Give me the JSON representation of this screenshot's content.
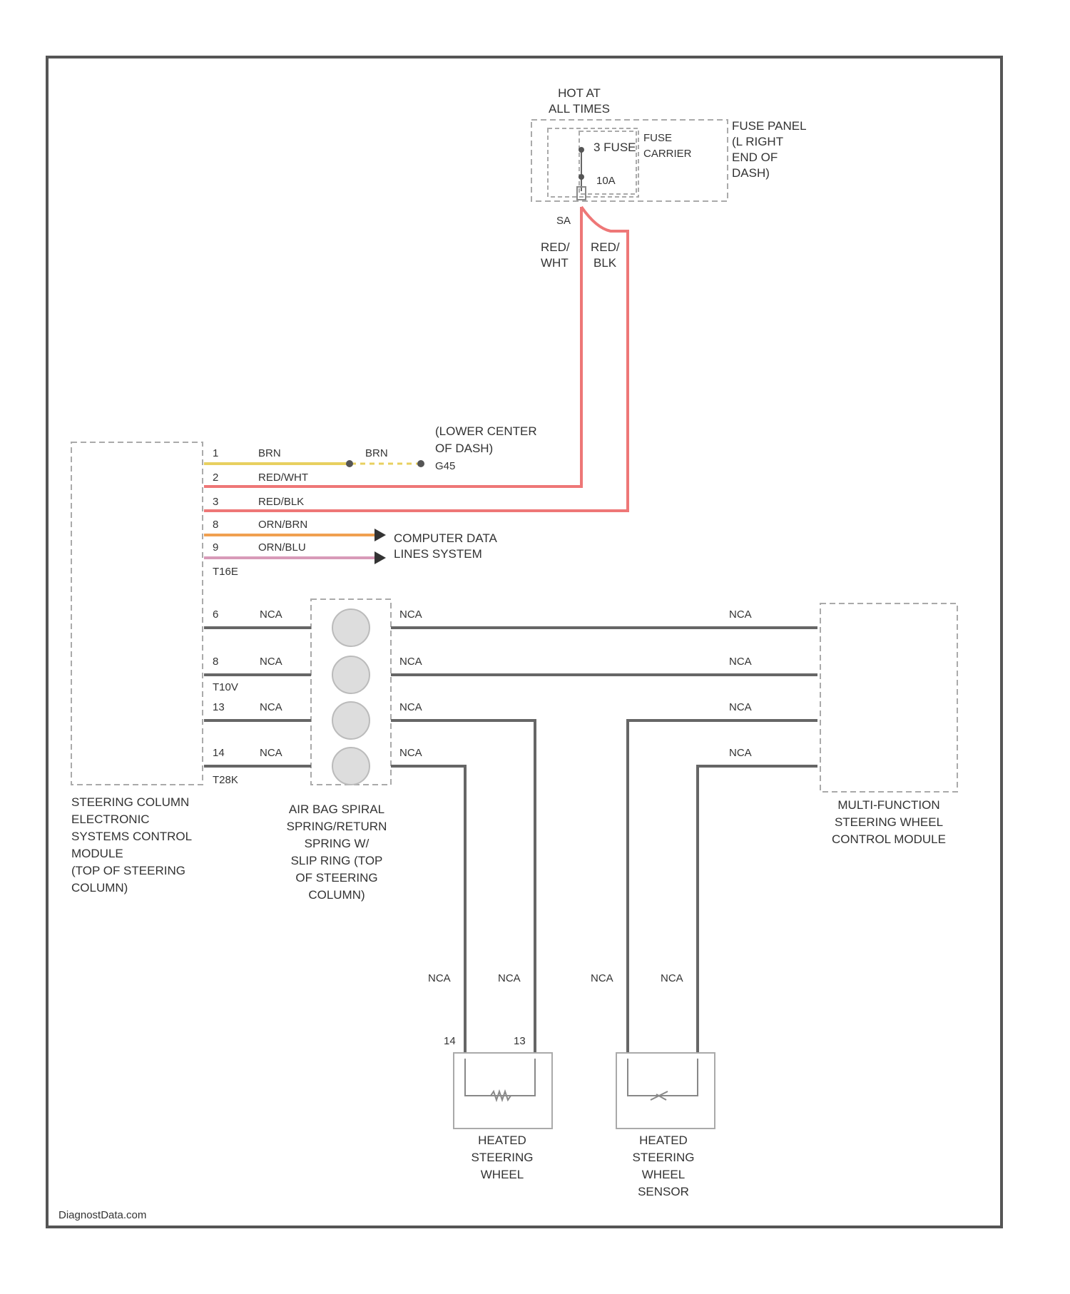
{
  "colors": {
    "frame": "#555555",
    "dash": "#aaaaaa",
    "wire_gray": "#666666",
    "wire_red": "#ee7777",
    "wire_yellow": "#e8d060",
    "wire_orange": "#f0a050",
    "wire_pink": "#d89ab8",
    "text": "#333333"
  },
  "fuse_panel": {
    "hot_label": [
      "HOT AT",
      "ALL TIMES"
    ],
    "fuse_label": "3 FUSE",
    "carrier_label": [
      "FUSE",
      "CARRIER"
    ],
    "amp": "10A",
    "pin": "SA",
    "panel_label": [
      "FUSE PANEL",
      "(L RIGHT",
      "END OF",
      "DASH)"
    ]
  },
  "feed_wires": {
    "left_color": [
      "RED/",
      "WHT"
    ],
    "right_color": [
      "RED/",
      "BLK"
    ]
  },
  "ground": {
    "label": [
      "(LOWER CENTER",
      "OF DASH)"
    ],
    "id": "G45"
  },
  "data_lines": [
    "COMPUTER DATA",
    "LINES SYSTEM"
  ],
  "module_pins": [
    {
      "pin": "1",
      "color": "BRN"
    },
    {
      "pin": "2",
      "color": "RED/WHT"
    },
    {
      "pin": "3",
      "color": "RED/BLK"
    },
    {
      "pin": "8",
      "color": "ORN/BRN"
    },
    {
      "pin": "9",
      "color": "ORN/BLU"
    }
  ],
  "ground_segment_color": "BRN",
  "connector_top": "T16E",
  "lower_pins": [
    {
      "pin": "6",
      "color": "NCA",
      "right_color": "NCA",
      "far_color": "NCA"
    },
    {
      "pin": "8",
      "color": "NCA",
      "right_color": "NCA",
      "far_color": "NCA"
    },
    {
      "pin": "13",
      "color": "NCA",
      "right_color": "NCA",
      "far_color": "NCA"
    },
    {
      "pin": "14",
      "color": "NCA",
      "right_color": "NCA",
      "far_color": "NCA"
    }
  ],
  "connector_mid": "T10V",
  "connector_low": "T28K",
  "module_label": [
    "STEERING COLUMN",
    "ELECTRONIC",
    "SYSTEMS CONTROL",
    "MODULE",
    "(TOP OF STEERING",
    "COLUMN)"
  ],
  "spiral_label": [
    "AIR BAG SPIRAL",
    "SPRING/RETURN",
    "SPRING W/",
    "SLIP RING (TOP",
    "OF STEERING",
    "COLUMN)"
  ],
  "mf_label": [
    "MULTI-FUNCTION",
    "STEERING WHEEL",
    "CONTROL MODULE"
  ],
  "vertical_colors": [
    "NCA",
    "NCA",
    "NCA",
    "NCA"
  ],
  "heater_pins": [
    "14",
    "13"
  ],
  "heater_label": [
    "HEATED",
    "STEERING",
    "WHEEL"
  ],
  "sensor_label": [
    "HEATED",
    "STEERING",
    "WHEEL",
    "SENSOR"
  ],
  "watermark": "DiagnostData.com"
}
